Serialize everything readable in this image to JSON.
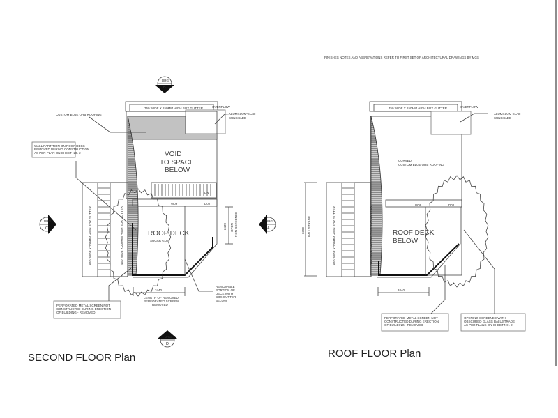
{
  "header_note": "FINISHES NOTES AND ABBREVATIONS REFER TO FIRST SET OF ARCHITECTURAL DRAWINGS BY MGS",
  "section_markers": {
    "label": "DRG",
    "b": "B",
    "c": "C",
    "a": "A",
    "d": "D"
  },
  "second_floor": {
    "title": "SECOND FLOOR Plan",
    "gutter": "750 WIDE X 150MM HIGH BOX GUTTER",
    "overflow": "OVERFLOW",
    "roofing": "CUSTOM BLUE ORB ROOFING",
    "sunshade": [
      "ALUMINIUM CLAD",
      "SUNSHADE"
    ],
    "wall_note": [
      "WALL PARTITION ON ROOF DECK",
      "REMOVED DURING CONSTRUCTION",
      "AS PER PLAN ON SHEET NO. 2"
    ],
    "void": [
      "VOID",
      "TO SPACE",
      "BELOW"
    ],
    "dn": "DN",
    "w09": "W09",
    "d02": "D02",
    "roof_deck": "ROOF DECK",
    "sugar_gum": "SUGAR GUM",
    "gutter_left_1": "650 WIDE X 200MM HIGH BOX GUTTER",
    "gutter_left_2": "450 WIDE X 200MM HIGH BOX GUTTER",
    "dim_2430": "2430",
    "open_note": [
      "OPEN",
      "NON SCREENED"
    ],
    "dim_3440": "3440",
    "length_note": [
      "LENGTH OF REMOVED",
      "PERFORATED SCREEN",
      "REMOVED"
    ],
    "removable_note": [
      "REMOVABLE",
      "PORTION OF",
      "DECK WITH",
      "BOX GUTTER",
      "BELOW"
    ],
    "screen_note": [
      "PERFORATED METAL SCREEN NOT",
      "CONSTRUCTED DURING ERECTION",
      "OF BUILDING - REMOVED"
    ]
  },
  "roof_floor": {
    "title": "ROOF FLOOR Plan",
    "gutter": "750 WIDE X 150MM HIGH BOX GUTTER",
    "overflow": "OVERFLOW",
    "sunshade": [
      "ALUMINIUM CLAD",
      "SUNSHADE"
    ],
    "roofing": [
      "CURVED",
      "CUSTOM BLUE ORB ROOFING"
    ],
    "w09": "W09",
    "d02": "D02",
    "roof_deck": [
      "ROOF DECK",
      "BELOW"
    ],
    "gutter_left_1": "650 WIDE X 200MM HIGH BOX GUTTER",
    "gutter_left_2": "450 WIDE X 200MM HIGH BOX GUTTER",
    "dim_6300": "6300",
    "balustrade": "BALUSTRADE",
    "dim_3440": "3440",
    "screen_note": [
      "PERFORATED METAL SCREEN NOT",
      "CONSTRUCTED DURING ERECTION",
      "OF BUILDING - REMOVED"
    ],
    "opening_note": [
      "OPENING SCREENED WITH",
      "OBSCURED GLASS BALUSTRADE",
      "AS PER PLANS ON SHEET NO. 2"
    ]
  }
}
